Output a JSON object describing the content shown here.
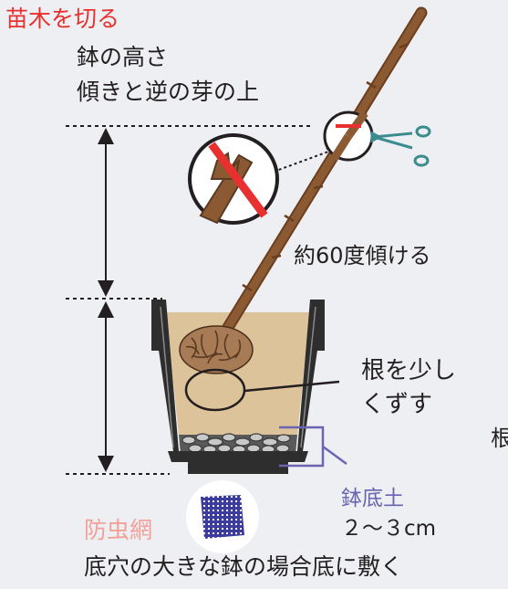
{
  "title": "苗木を切る",
  "instruction": {
    "line1": "鉢の高さ",
    "line2": "傾きと逆の芽の上"
  },
  "angle_label": "約60度傾ける",
  "root_label": {
    "line1": "根を少し",
    "line2": "くずす"
  },
  "cut_off_label": "根",
  "soil_label": {
    "name": "鉢底土",
    "depth": "２～３cm"
  },
  "net_label": "防虫網",
  "bottom_note": "底穴の大きな鉢の場合底に敷く",
  "colors": {
    "title": "#e8312f",
    "soil_label": "#6b64b0",
    "net_label": "#f2a19a",
    "net": "#3c3c9e",
    "stem": "#8b5a32",
    "soil": "#dcc39a",
    "pot": "#2e2e2e",
    "scissors": "#3a8c8e"
  },
  "icons": [
    "scissors-icon",
    "prohibited-cut-icon",
    "insect-net-icon"
  ]
}
